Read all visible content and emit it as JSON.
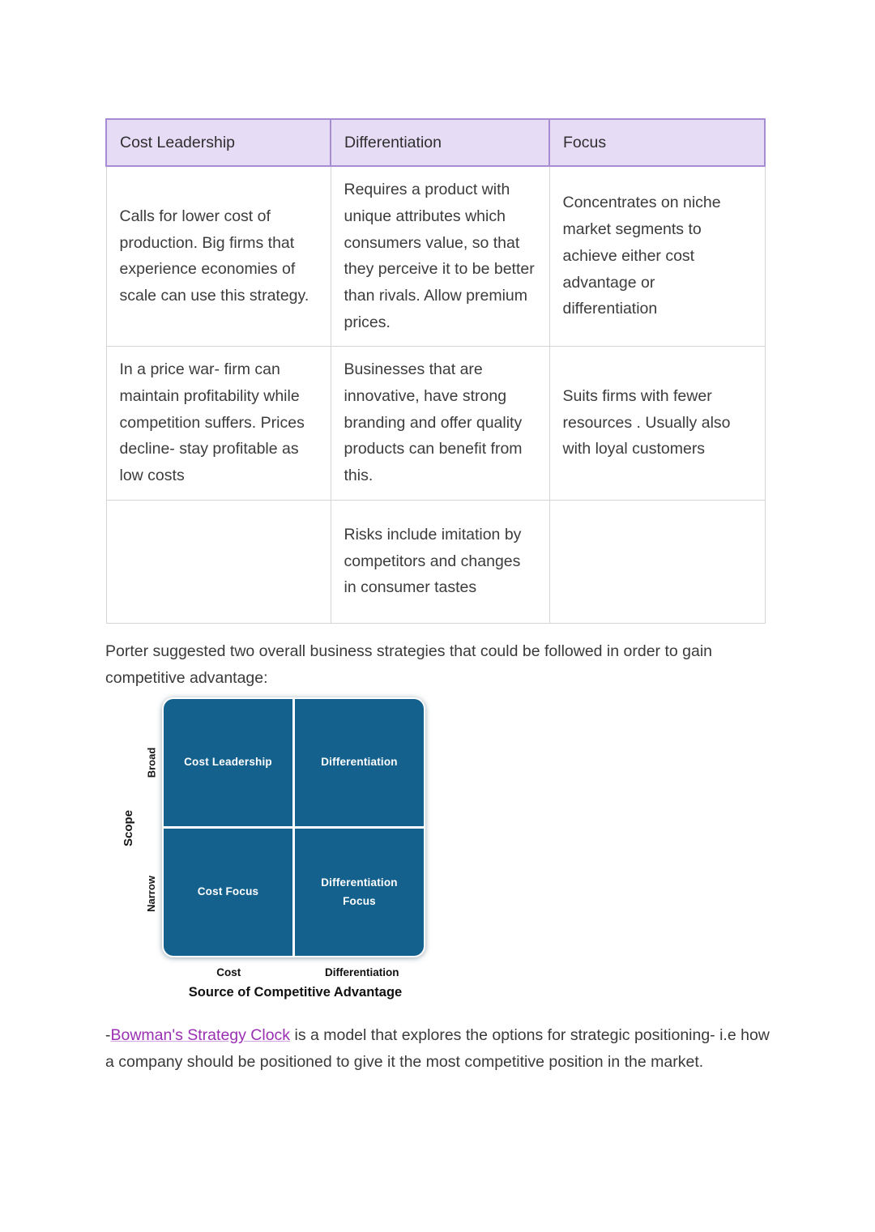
{
  "colors": {
    "header_bg": "#E7DCF6",
    "header_border": "#A78CD3",
    "body_border": "#D5D5D5",
    "matrix_fill": "#15618D",
    "link_color": "#9A2FB3"
  },
  "table": {
    "headers": [
      "Cost Leadership",
      "Differentiation",
      "Focus"
    ],
    "rows": [
      [
        "Calls for lower cost of production. Big firms that experience economies of scale can use this strategy.",
        "Requires a product with unique attributes which consumers value, so that they perceive it to be better than rivals. Allow premium prices.",
        "Concentrates on niche market segments to achieve either cost advantage or differentiation"
      ],
      [
        "In a price war- firm can maintain profitability while competition suffers. Prices decline- stay profitable as low costs",
        "Businesses that are innovative, have strong branding and offer quality products can benefit from this.",
        "Suits firms with fewer resources . Usually also with loyal customers"
      ],
      [
        "",
        "Risks include imitation by competitors and changes in consumer tastes",
        ""
      ]
    ]
  },
  "paragraph1": "Porter suggested two overall business strategies that could be followed in order to gain competitive advantage:",
  "diagram": {
    "type": "matrix-2x2",
    "y_axis_title": "Scope",
    "y_tick_top": "Broad",
    "y_tick_bottom": "Narrow",
    "quadrant_top_left": "Cost Leadership",
    "quadrant_top_right": "Differentiation",
    "quadrant_bottom_left": "Cost Focus",
    "quadrant_bottom_right": "Differentiation Focus",
    "x_tick_left": "Cost",
    "x_tick_right": "Differentiation",
    "x_axis_title": "Source of Competitive Advantage"
  },
  "paragraph2": {
    "prefix": "-",
    "link": "Bowman's Strategy Clock",
    "rest": " is a model that explores the options for strategic positioning- i.e how a company should be positioned to give it the most competitive position in the market."
  }
}
